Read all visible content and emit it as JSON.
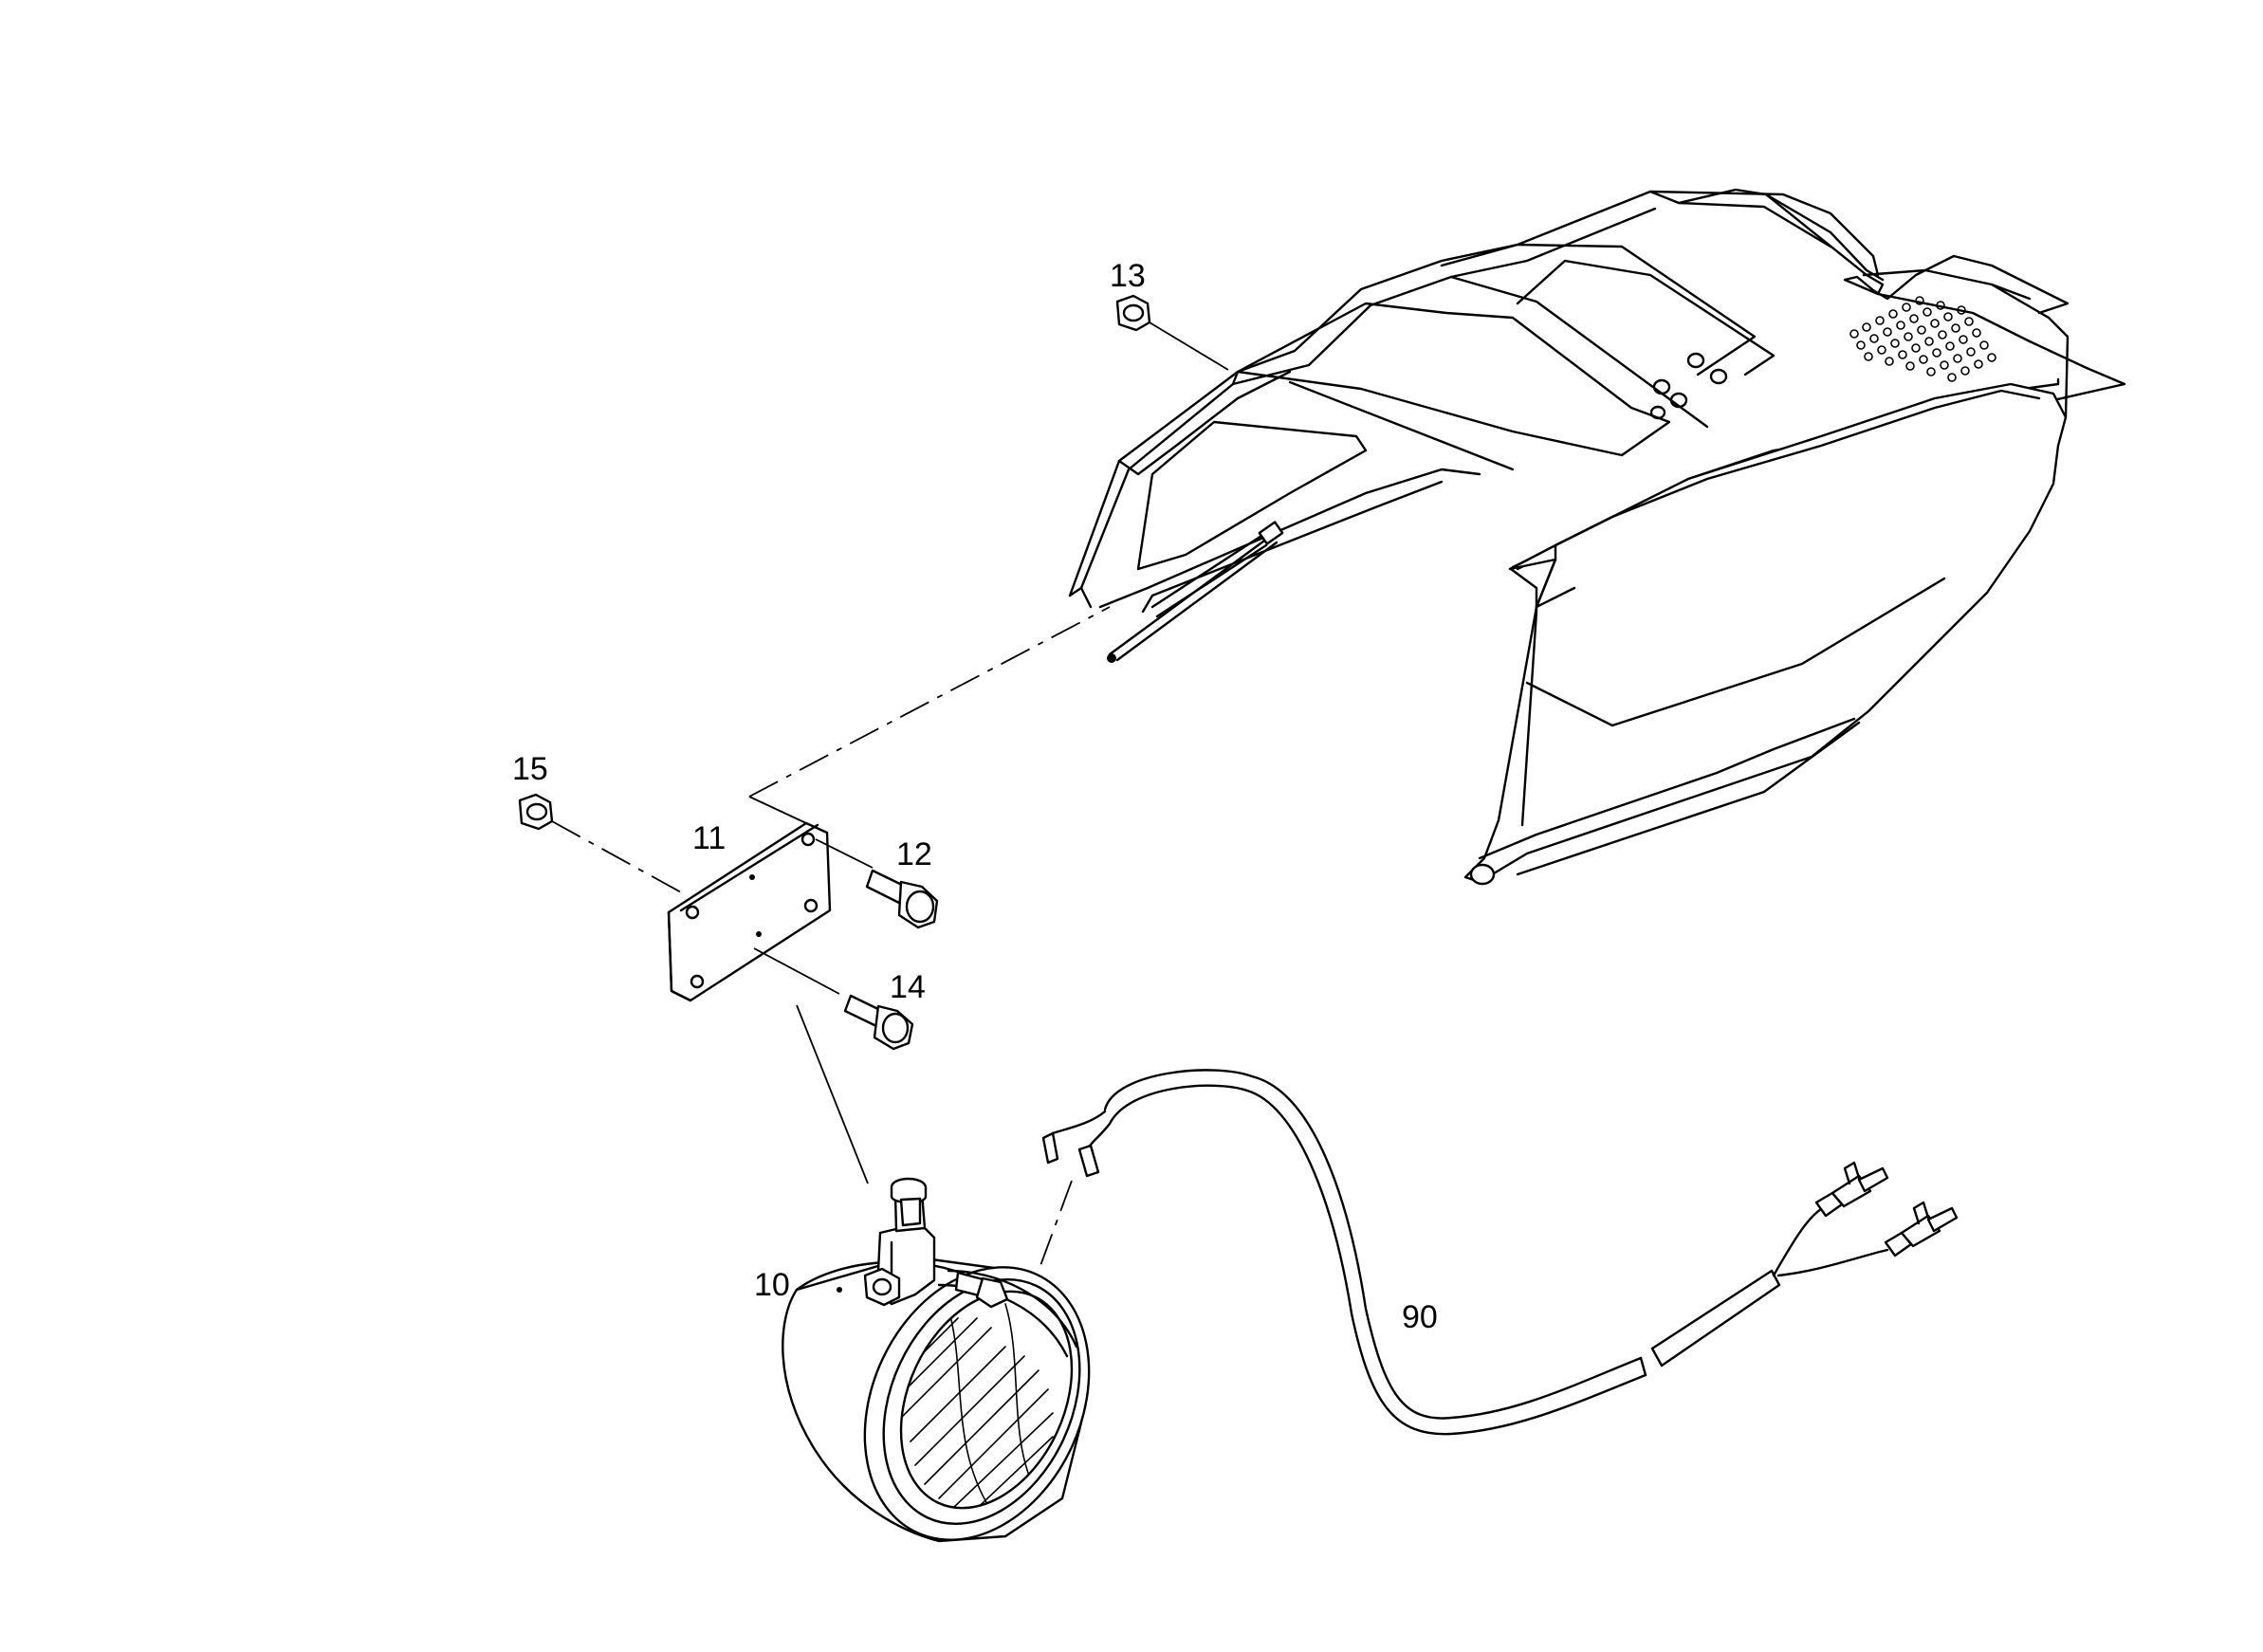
{
  "diagram": {
    "callouts": {
      "p10": "10",
      "p11": "11",
      "p12": "12",
      "p13": "13",
      "p14": "14",
      "p15": "15",
      "p90": "90"
    },
    "line_color": "#000000",
    "background": "#ffffff"
  }
}
